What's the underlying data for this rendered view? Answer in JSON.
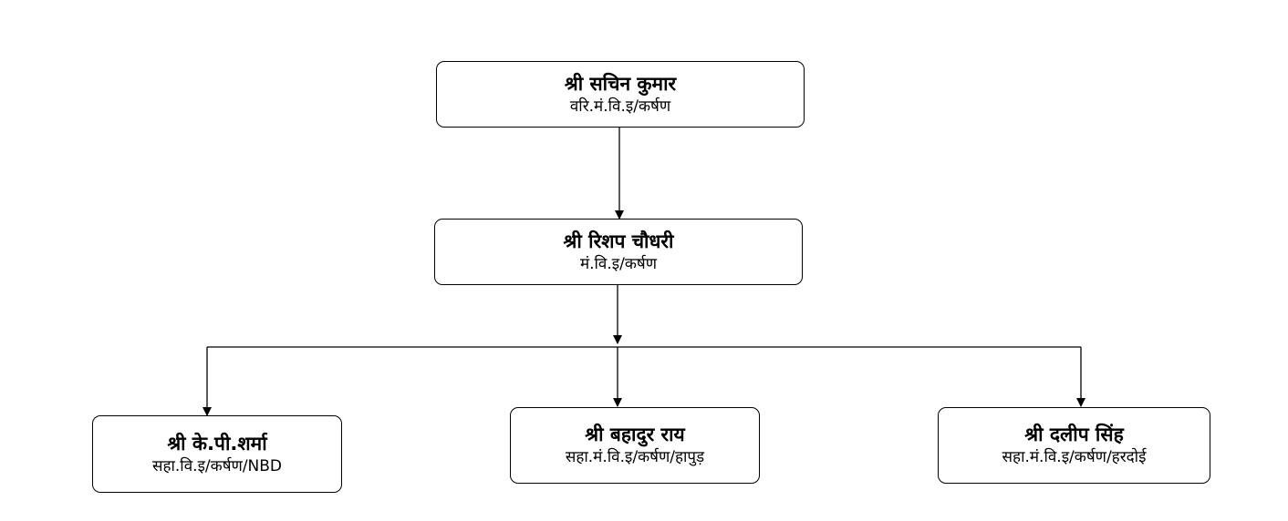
{
  "nodes": [
    {
      "id": "sachin-kumar",
      "name": "श्री  सचिन कुमार",
      "title": "वरि.मं.वि.इ/कर्षण"
    },
    {
      "id": "rishap-chaudhari",
      "name": "श्री  रिशप चौधरी",
      "title": "मं.वि.इ/कर्षण"
    },
    {
      "id": "kp-sharma",
      "name": "श्री के.पी.शर्मा",
      "title": "सहा.वि.इ/कर्षण/NBD"
    },
    {
      "id": "bahadur-rai",
      "name": "श्री बहादुर राय",
      "title": "सहा.मं.वि.इ/कर्षण/हापुड़"
    },
    {
      "id": "dalip-singh",
      "name": "श्री दलीप सिंह",
      "title": "सहा.मं.वि.इ/कर्षण/हरदोई"
    }
  ],
  "edges": [
    {
      "from": "sachin-kumar",
      "to": "rishap-chaudhari"
    },
    {
      "from": "rishap-chaudhari",
      "to": "kp-sharma"
    },
    {
      "from": "rishap-chaudhari",
      "to": "bahadur-rai"
    },
    {
      "from": "rishap-chaudhari",
      "to": "dalip-singh"
    }
  ],
  "colors": {
    "line": "#000000",
    "box_border": "#000000",
    "background": "#ffffff"
  }
}
